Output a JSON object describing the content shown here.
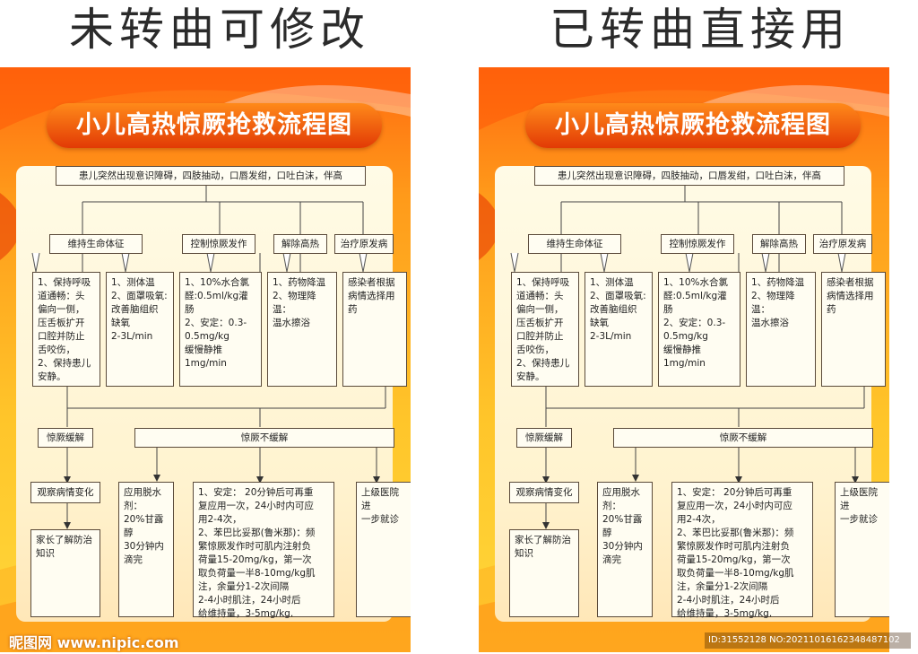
{
  "headings": {
    "left": "未转曲可修改",
    "right": "已转曲直接用"
  },
  "poster": {
    "title": "小儿高热惊厥抢救流程图",
    "top_box": "患儿突然出现意识障碍，四肢抽动，口唇发绀，口吐白沫，伴高",
    "cat_vital": "维持生命体征",
    "cat_control": "控制惊厥发作",
    "cat_fever": "解除高热",
    "cat_primary": "治疗原发病",
    "detail_airway": "1、保持呼吸\n道通畅：头\n偏向一侧，\n压舌板扩开\n口腔并防止\n舌咬伤，\n2、保持患儿\n安静。",
    "detail_temp": "1、测体温\n2、面罩吸氧:\n改善脑组织\n缺氧\n2-3L/min",
    "detail_control": "1、10%水合氯\n醛:0.5ml/kg灌\n肠\n2、安定：0.3-\n0.5mg/kg\n缓慢静推\n1mg/min",
    "detail_fever": "1、药物降温\n2、物理降温：\n温水擦浴",
    "detail_primary": "感染者根据\n病情选择用\n药",
    "relieved": "惊厥缓解",
    "not_relieved": "惊厥不缓解",
    "observe": "观察病情变化",
    "family": "家长了解防治\n知识",
    "dehydrate": "应用脱水\n剂：\n20%甘露\n醇\n30分钟内\n滴完",
    "drug_plan": "1、安定： 20分钟后可再重\n复应用一次，24小时内可应\n用2-4次，\n2、苯巴比妥那(鲁米那)：频\n繁惊厥发作时可肌内注射负\n荷量15-20mg/kg，第一次\n取负荷量一半8-10mg/kg肌\n注，余量分1-2次间隔\n2-4小时肌注，24小时后\n给维持量，3-5mg/kg.",
    "referral": "上级医院进\n一步就诊"
  },
  "watermark_left": "昵图网 www.nipic.com",
  "watermark_right": "ID:31552128 NO:20211016162348487102",
  "colors": {
    "title_bg": "#e8480a",
    "poster_top": "#ff6a10",
    "poster_bottom": "#ffd83a",
    "panel": "#fff6d8"
  }
}
